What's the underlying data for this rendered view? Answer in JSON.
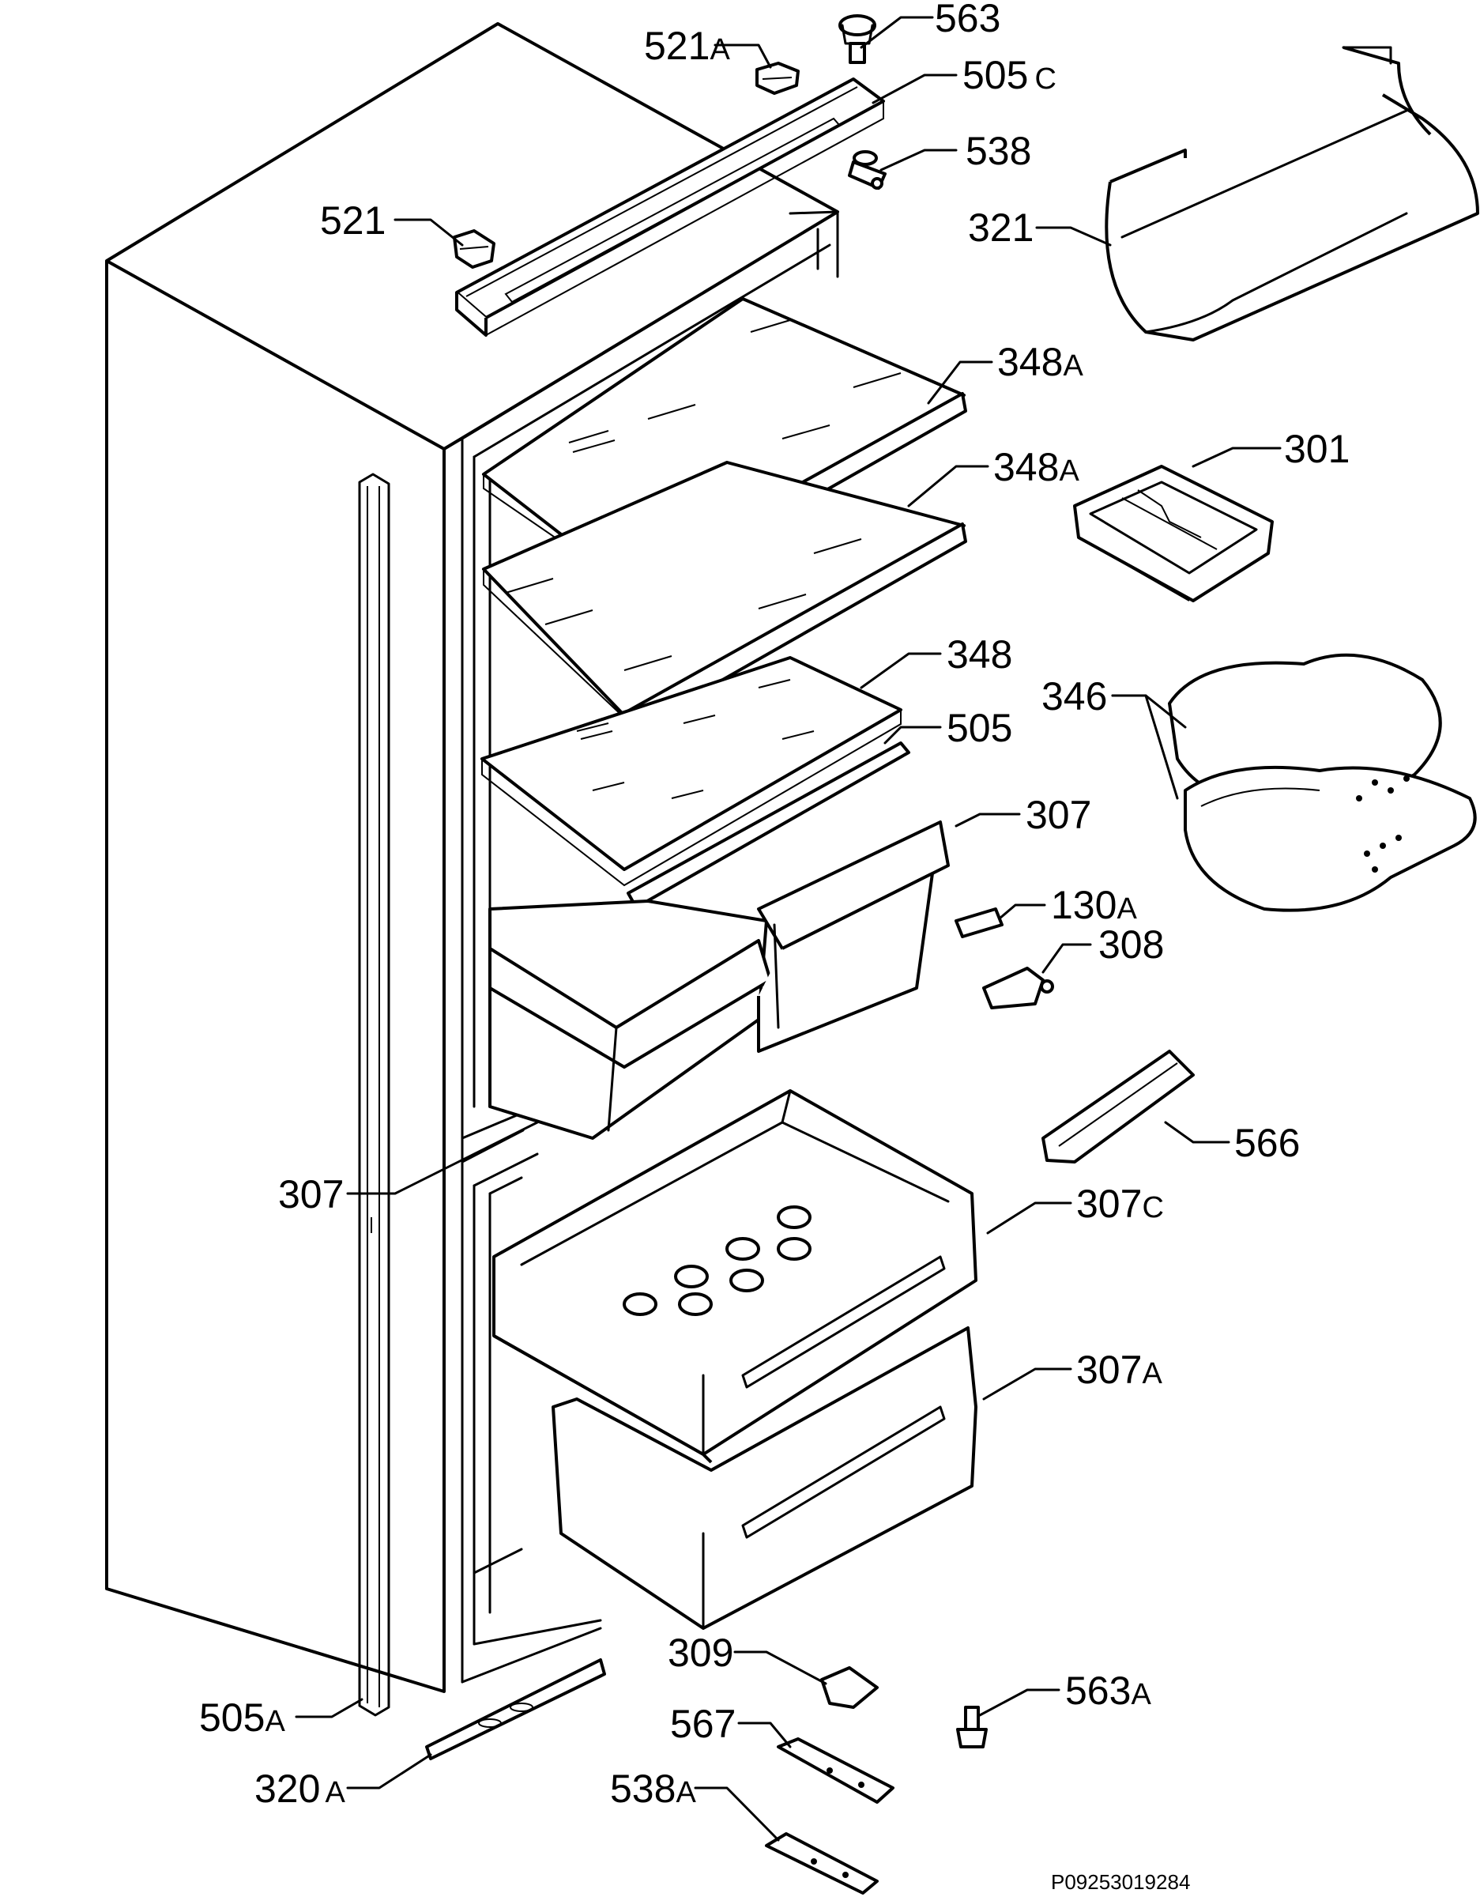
{
  "document_number": "P09253019284",
  "callouts": [
    {
      "num": "563",
      "suffix": ""
    },
    {
      "num": "521",
      "suffix": "A"
    },
    {
      "num": "505",
      "suffix": "C"
    },
    {
      "num": "538",
      "suffix": ""
    },
    {
      "num": "521",
      "suffix": ""
    },
    {
      "num": "321",
      "suffix": ""
    },
    {
      "num": "348",
      "suffix": "A"
    },
    {
      "num": "348",
      "suffix": "A"
    },
    {
      "num": "301",
      "suffix": ""
    },
    {
      "num": "348",
      "suffix": ""
    },
    {
      "num": "346",
      "suffix": ""
    },
    {
      "num": "505",
      "suffix": ""
    },
    {
      "num": "307",
      "suffix": ""
    },
    {
      "num": "130",
      "suffix": "A"
    },
    {
      "num": "308",
      "suffix": ""
    },
    {
      "num": "566",
      "suffix": ""
    },
    {
      "num": "307",
      "suffix": ""
    },
    {
      "num": "307",
      "suffix": "C"
    },
    {
      "num": "307",
      "suffix": "A"
    },
    {
      "num": "309",
      "suffix": ""
    },
    {
      "num": "563",
      "suffix": "A"
    },
    {
      "num": "505",
      "suffix": "A"
    },
    {
      "num": "567",
      "suffix": ""
    },
    {
      "num": "320",
      "suffix": "A"
    },
    {
      "num": "538",
      "suffix": "A"
    }
  ]
}
